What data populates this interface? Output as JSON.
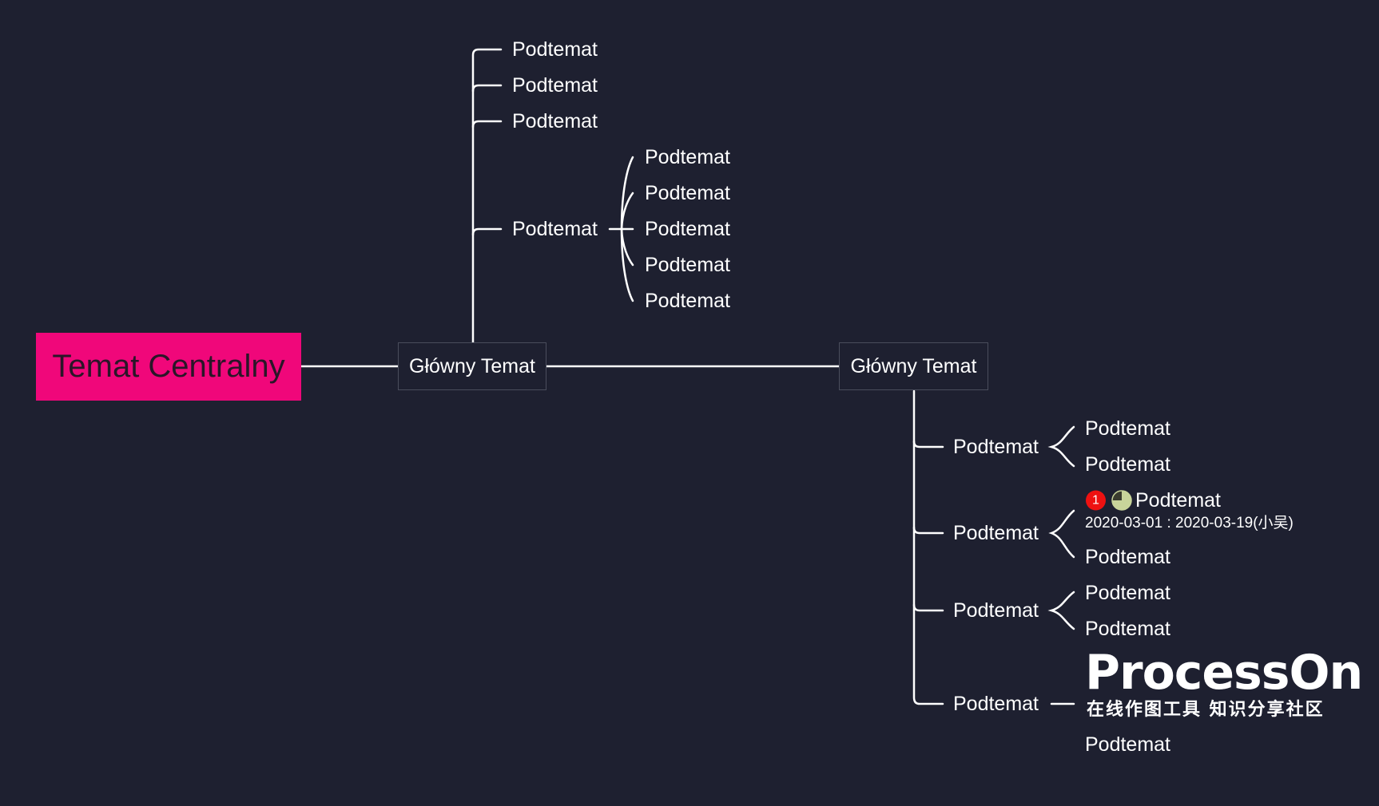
{
  "central_topic": "Temat Centralny",
  "main_topics": [
    "Główny Temat",
    "Główny Temat"
  ],
  "upper_branch": {
    "subtopics": [
      "Podtemat",
      "Podtemat",
      "Podtemat",
      "Podtemat"
    ],
    "nested_subtopics": [
      "Podtemat",
      "Podtemat",
      "Podtemat",
      "Podtemat",
      "Podtemat"
    ]
  },
  "lower_branch": {
    "subtopics": [
      "Podtemat",
      "Podtemat",
      "Podtemat",
      "Podtemat"
    ],
    "group1": [
      "Podtemat",
      "Podtemat"
    ],
    "group2": [
      "Podtemat",
      "Podtemat"
    ],
    "group2_marker_priority": "1",
    "group2_date": "2020-03-01 : 2020-03-19(小吴)",
    "group3": [
      "Podtemat",
      "Podtemat"
    ],
    "group4": [
      "Podtemat"
    ]
  },
  "watermark": {
    "title": "ProcessOn",
    "subtitle": "在线作图工具 知识分享社区"
  },
  "colors": {
    "background": "#1e2030",
    "central_fill": "#f0077a",
    "line": "#ffffff",
    "priority_marker": "#ee1111",
    "progress_marker": "#c8d49a"
  }
}
